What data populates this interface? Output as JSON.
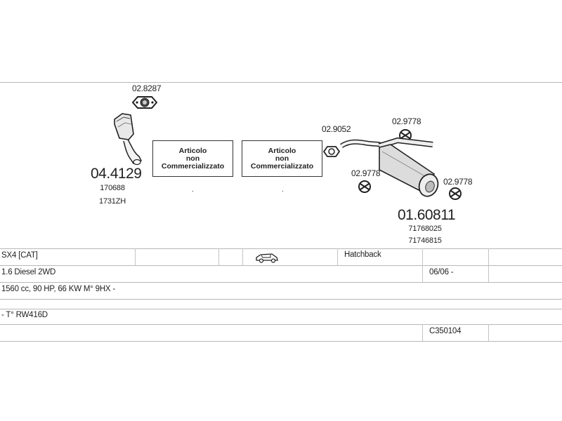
{
  "parts": {
    "catalyst_gasket": "02.8287",
    "catalyst_ref": "04.4129",
    "catalyst_oe_1": "170688",
    "catalyst_oe_2": "1731ZH",
    "not_sold_1": [
      "Articolo",
      "non",
      "Commercializzato"
    ],
    "not_sold_2": [
      "Articolo",
      "non",
      "Commercializzato"
    ],
    "not_sold_dot_1": ".",
    "not_sold_dot_2": ".",
    "rear_gasket": "02.9052",
    "hanger_top": "02.9778",
    "hanger_left": "02.9778",
    "hanger_right": "02.9778",
    "silencer_ref": "01.60811",
    "silencer_oe_1": "71768025",
    "silencer_oe_2": "71746815"
  },
  "vehicle": {
    "model": "SX4  [CAT]",
    "body_icon": "car-icon",
    "body_type": "Hatchback",
    "engine": "1.6 Diesel 2WD",
    "date": "06/06 -",
    "specs": "1560 cc, 90 HP, 66 KW M° 9HX -",
    "type": "- T° RW416D",
    "code": "C350104"
  }
}
